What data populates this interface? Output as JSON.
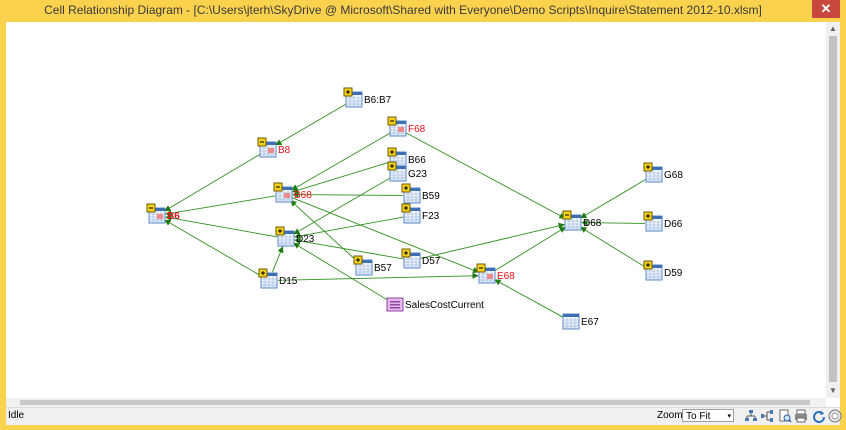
{
  "window": {
    "title": "Cell Relationship Diagram - [C:\\Users\\jterh\\SkyDrive @ Microsoft\\Shared with Everyone\\Demo Scripts\\Inquire\\Statement 2012-10.xlsm]",
    "close_glyph": "✕"
  },
  "nodes": [
    {
      "id": "B6",
      "label": "B6",
      "color": "#e8101a",
      "bold": true,
      "badge": "collapse"
    },
    {
      "id": "B8",
      "label": "B8",
      "color": "#e8101a",
      "badge": "collapse"
    },
    {
      "id": "B6B7",
      "label": "B6:B7",
      "color": "#000000",
      "badge": "expand"
    },
    {
      "id": "F68",
      "label": "F68",
      "color": "#e8101a",
      "badge": "collapse"
    },
    {
      "id": "B66",
      "label": "B66",
      "color": "#000000",
      "badge": "expand"
    },
    {
      "id": "G23",
      "label": "G23",
      "color": "#000000",
      "badge": "expand"
    },
    {
      "id": "B68",
      "label": "B68",
      "color": "#e8101a",
      "badge": "collapse"
    },
    {
      "id": "B59",
      "label": "B59",
      "color": "#000000",
      "badge": "expand"
    },
    {
      "id": "F23",
      "label": "F23",
      "color": "#000000",
      "badge": "expand"
    },
    {
      "id": "D23",
      "label": "D23",
      "color": "#000000",
      "badge": "expand"
    },
    {
      "id": "B57",
      "label": "B57",
      "color": "#000000",
      "badge": "expand"
    },
    {
      "id": "D57",
      "label": "D57",
      "color": "#000000",
      "badge": "expand"
    },
    {
      "id": "D15",
      "label": "D15",
      "color": "#000000",
      "badge": "expand"
    },
    {
      "id": "E68",
      "label": "E68",
      "color": "#e8101a",
      "badge": "collapse"
    },
    {
      "id": "SCC",
      "label": "SalesCostCurrent",
      "color": "#000000",
      "badge": "none",
      "kind": "name"
    },
    {
      "id": "D68",
      "label": "D68",
      "color": "#000000",
      "badge": "collapse"
    },
    {
      "id": "G68",
      "label": "G68",
      "color": "#000000",
      "badge": "expand"
    },
    {
      "id": "D66",
      "label": "D66",
      "color": "#000000",
      "badge": "expand"
    },
    {
      "id": "D59",
      "label": "D59",
      "color": "#000000",
      "badge": "expand"
    },
    {
      "id": "E67",
      "label": "E67",
      "color": "#000000",
      "badge": "none"
    }
  ],
  "edges": [
    [
      "B8",
      "B6"
    ],
    [
      "B68",
      "B6"
    ],
    [
      "D23",
      "B6"
    ],
    [
      "D15",
      "B6"
    ],
    [
      "B6B7",
      "B8"
    ],
    [
      "F68",
      "B68"
    ],
    [
      "B66",
      "B68"
    ],
    [
      "B59",
      "B68"
    ],
    [
      "B57",
      "B68"
    ],
    [
      "G23",
      "D23"
    ],
    [
      "F23",
      "D23"
    ],
    [
      "D57",
      "D23"
    ],
    [
      "SCC",
      "D23"
    ],
    [
      "D15",
      "D23"
    ],
    [
      "D15",
      "E68"
    ],
    [
      "B68",
      "E68"
    ],
    [
      "E68",
      "D68"
    ],
    [
      "D57",
      "D68"
    ],
    [
      "F68",
      "D68"
    ],
    [
      "E67",
      "E68"
    ],
    [
      "G68",
      "D68"
    ],
    [
      "D66",
      "D68"
    ],
    [
      "D59",
      "D68"
    ]
  ],
  "status": {
    "text": "Idle",
    "zoom_label": "Zoom:",
    "zoom_value": "To Fit",
    "zoom_arrow": "▾"
  },
  "toolbar_icons": [
    "layout-tree-icon",
    "layout-horizontal-icon",
    "print-preview-icon",
    "print-icon",
    "refresh-icon",
    "options-icon"
  ]
}
